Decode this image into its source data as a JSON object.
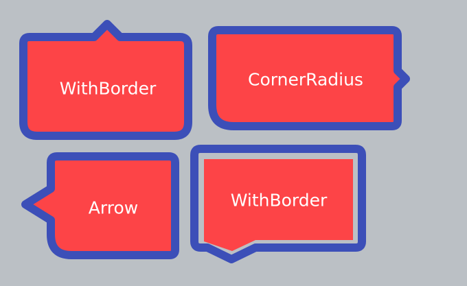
{
  "colors": {
    "background": "#bbc0c5",
    "fill": "#fd4447",
    "border": "#3c4fb8",
    "gap": "#bbc0c5",
    "text": "#ffffff"
  },
  "bubbles": [
    {
      "label": "WithBorder",
      "arrow": "top"
    },
    {
      "label": "CornerRadius",
      "arrow": "right"
    },
    {
      "label": "Arrow",
      "arrow": "left"
    },
    {
      "label": "WithBorder",
      "arrow": "bottom"
    }
  ]
}
